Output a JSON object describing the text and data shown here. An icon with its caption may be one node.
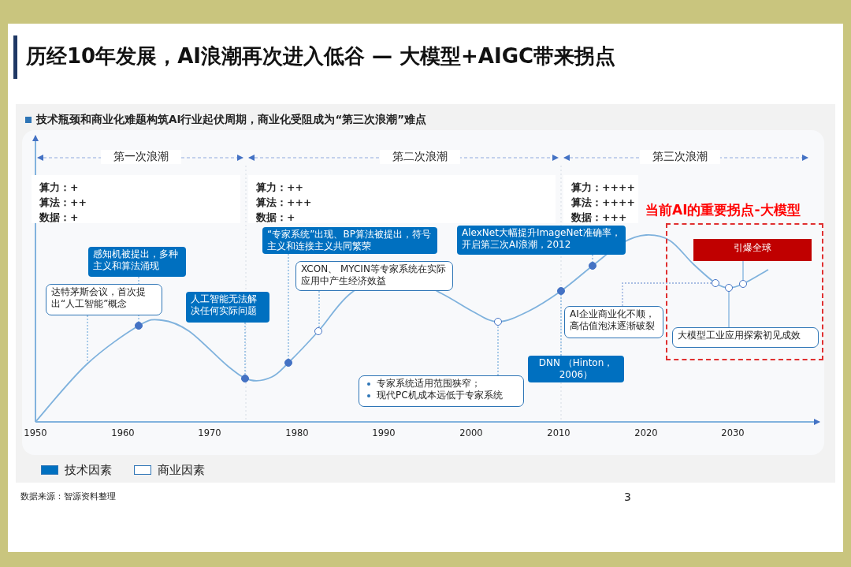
{
  "diagram": {
    "title": "历经10年发展，AI浪潮再次进入低谷 — 大模型+AIGC带来拐点",
    "nodes": [
      {
        "text": [
          "算力：+",
          "算法：++",
          "数据：+"
        ]
      },
      {
        "text": [
          "算力：++",
          "算法：+++",
          "数据：+"
        ]
      },
      {
        "text": [
          "算力：++++",
          "算法：++++",
          "数据：+++"
        ]
      },
      {
        "text": [
          "当前AI的重要拐点-大模型"
        ]
      },
      {
        "text": [
          "感知机被提出，多种主义和算法涌现"
        ]
      },
      {
        "text": [
          "达特茅斯会议，首次提出“人工智能”概念"
        ]
      },
      {
        "text": [
          "人工智能无法解决任何实际问题"
        ]
      },
      {
        "text": [
          "“专家系统”出现、BP算法被提出，符号主义和连接主义共同繁荣"
        ]
      },
      {
        "text": [
          "XCON、 MYCIN等专家系统在实际应用中产生经济效益"
        ]
      },
      {
        "text": [
          "AlexNet大幅提升ImageNet准确率，开启第三次AI浪潮，2012"
        ]
      },
      {
        "text": [
          "引爆全球"
        ],
        "in": 3
      },
      {
        "text": [
          "AI企业商业化不顺，高估值泡沫逐渐破裂"
        ]
      },
      {
        "text": [
          "大模型工业应用探索初见成效"
        ],
        "in": 3
      },
      {
        "text": [
          "DNN （Hinton，2006）"
        ]
      },
      {
        "text": [
          "专家系统适用范围狭窄；",
          "现代PC机成本远低于专家系统"
        ]
      },
      {
        "text": [],
        "shape": "circle"
      },
      {
        "text": [],
        "shape": "circle"
      },
      {
        "text": [],
        "shape": "circle"
      },
      {
        "text": [],
        "shape": "circle"
      },
      {
        "text": [],
        "shape": "circle"
      },
      {
        "text": [],
        "shape": "circle"
      },
      {
        "text": [],
        "shape": "circle"
      },
      {
        "text": [],
        "shape": "circle",
        "in": 3
      },
      {
        "text": [],
        "shape": "circle",
        "in": 3
      },
      {
        "text": [],
        "shape": "circle",
        "in": 3
      }
    ],
    "edges": [
      {
        "from": 5,
        "to": null,
        "arrow": "none",
        "style": "dashed"
      },
      {
        "from": 4,
        "to": 15,
        "arrow": "none",
        "style": "dashed"
      },
      {
        "from": 6,
        "to": 16,
        "arrow": "none",
        "style": "dashed"
      },
      {
        "from": 7,
        "to": 17,
        "arrow": "none",
        "style": "dashed"
      },
      {
        "from": 8,
        "to": 18,
        "arrow": "none",
        "style": "dashed"
      },
      {
        "from": 14,
        "to": 19,
        "arrow": "none",
        "style": "dashed"
      },
      {
        "from": 13,
        "to": 20,
        "arrow": "none",
        "style": "dashed"
      },
      {
        "from": 9,
        "to": 21,
        "arrow": "none",
        "style": "dashed"
      },
      {
        "from": 11,
        "to": 22,
        "arrow": "none",
        "style": "dashed",
        "color": "#8faadc"
      },
      {
        "from": 12,
        "to": 23,
        "arrow": "none"
      },
      {
        "from": 10,
        "to": 24,
        "arrow": "none"
      }
    ],
    "labels": [
      "技术瓶颈和商业化难题构筑AI行业起伏周期，商业化受阻成为“第三次浪潮”难点",
      "第一次浪潮",
      "第二次浪潮",
      "第三次浪潮",
      "1950",
      "1960",
      "1970",
      "1980",
      "1990",
      "2000",
      "2010",
      "2020",
      "2030",
      "数据来源：智源资料整理",
      "3"
    ],
    "legend": [
      {
        "text": "技术因素",
        "color": "#0070c0"
      },
      {
        "text": "商业因素",
        "color": "#ffffff"
      }
    ]
  }
}
